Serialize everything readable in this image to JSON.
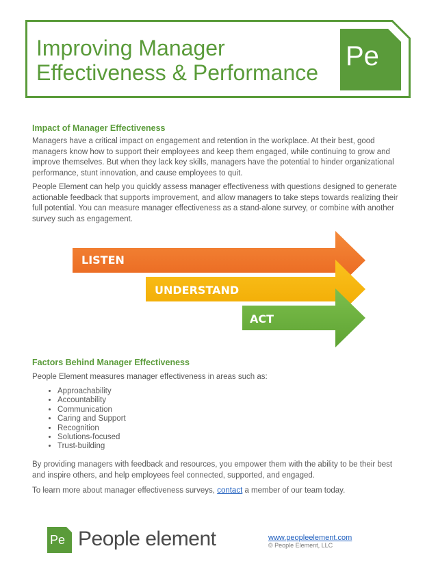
{
  "header": {
    "title_line1": "Improving Manager",
    "title_line2": "Effectiveness & Performance",
    "logo": "Pe"
  },
  "colors": {
    "brand_green": "#5a9b3a",
    "listen_orange": "#f07a2b",
    "understand_yellow": "#f5b400",
    "act_green": "#6cb33f"
  },
  "section1": {
    "heading": "Impact of Manager Effectiveness",
    "para1_lines": [
      "Managers have a critical impact on engagement and retention in the workplace. At their best, good",
      "managers know how to support their employees and keep them engaged, while continuing to grow and",
      "improve themselves. But when they lack key skills, managers have the potential to hinder organizational",
      "performance, stunt innovation, and cause employees to quit."
    ],
    "para2_lines": [
      "People Element can help you quickly assess manager effectiveness with questions designed to generate",
      "actionable feedback that supports improvement, and allow managers to take steps towards realizing their",
      "full potential. You can measure manager effectiveness as a stand-alone survey, or combine with another",
      "survey such as engagement."
    ]
  },
  "arrows": {
    "listen": "LISTEN",
    "understand": "UNDERSTAND",
    "act": "ACT"
  },
  "section2": {
    "heading": "Factors Behind Manager Effectiveness",
    "intro": "People Element measures manager effectiveness in areas such as:",
    "items": [
      "Approachability",
      "Accountability",
      "Communication",
      "Caring and Support",
      "Recognition",
      "Solutions-focused",
      "Trust-building"
    ],
    "closing_lines": [
      "By providing managers with feedback and resources, you empower them with the ability to be their best",
      "and inspire others, and help employees feel connected, supported, and engaged."
    ],
    "cta_before": "To learn more about manager effectiveness surveys, ",
    "cta_link": "contact",
    "cta_after": " a member of our team today."
  },
  "footer": {
    "logo": "Pe",
    "brand": "People element",
    "url": "www.peopleelement.com",
    "copyright": "© People Element, LLC"
  }
}
